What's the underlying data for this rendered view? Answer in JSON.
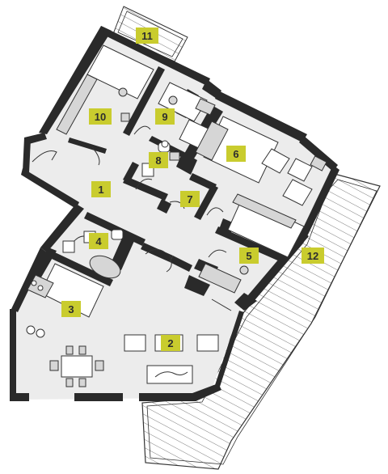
{
  "plan": {
    "rooms": [
      {
        "id": "room-1",
        "label": "1"
      },
      {
        "id": "room-2",
        "label": "2"
      },
      {
        "id": "room-3",
        "label": "3"
      },
      {
        "id": "room-4",
        "label": "4"
      },
      {
        "id": "room-5",
        "label": "5"
      },
      {
        "id": "room-6",
        "label": "6"
      },
      {
        "id": "room-7",
        "label": "7"
      },
      {
        "id": "room-8",
        "label": "8"
      },
      {
        "id": "room-9",
        "label": "9"
      },
      {
        "id": "room-10",
        "label": "10"
      },
      {
        "id": "room-11",
        "label": "11"
      },
      {
        "id": "room-12",
        "label": "12"
      }
    ],
    "colors": {
      "label_bg": "#c9cc2e",
      "wall": "#2a2a2a",
      "floor": "#ececec",
      "terrace": "#ffffff"
    }
  }
}
